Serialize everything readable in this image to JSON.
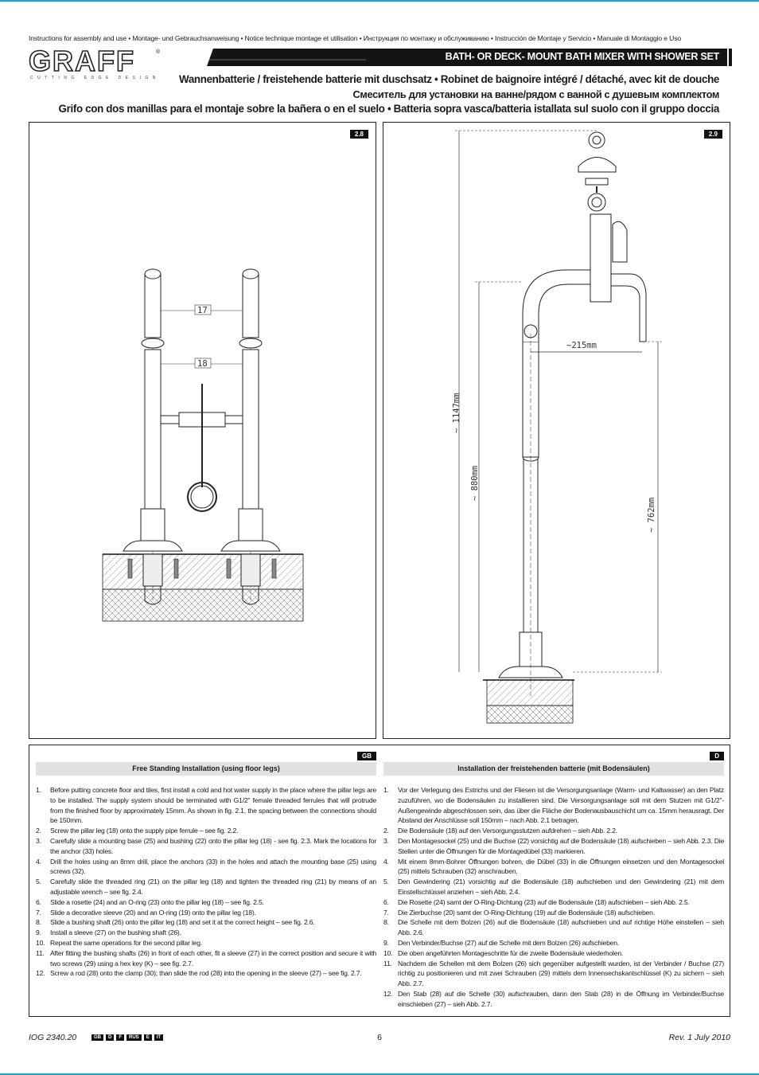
{
  "header": {
    "languages_line": "Instructions for assembly and use • Montage- und Gebrauchsanweisung • Notice technique montage et utilisation • Инструкция по монтажу и обслуживанию • Instrucción de Montaje y Servicio • Manuale di Montaggio e Uso",
    "brand": "GRAFF",
    "brand_tagline": "CUTTING EDGE DESIGN",
    "banner_title": "BATH- OR DECK- MOUNT BATH MIXER WITH SHOWER SET",
    "title_de_fr": "Wannenbatterie / freistehende batterie mit duschsatz • Robinet de baignoire intégré / détaché, avec kit de douche",
    "title_ru": "Смеситель для установки на ванне/рядом с ванной с душевым комплектом",
    "title_es_it": "Grifo con dos manillas para el montaje sobre la bañera o en el suelo • Batteria sopra vasca/batteria istallata sul suolo con il gruppo doccia"
  },
  "figures": {
    "fig_left": {
      "tag": "2.8",
      "callouts": [
        "17",
        "18"
      ]
    },
    "fig_right": {
      "tag": "2.9",
      "dimensions": [
        "~215mm",
        "~ 1147mm",
        "~ 880mm",
        "~ 762mm"
      ]
    }
  },
  "instructions": {
    "gb": {
      "badge": "GB",
      "title": "Free Standing Installation (using floor legs)",
      "steps": [
        {
          "n": "1.",
          "text": "Before putting concrete floor and tiles, first install a cold and hot water supply in the place where the pillar legs are to be installed. The supply system should be terminated with G1/2\" female threaded ferrules that will protrude from the finished floor by approximately 15mm. As shown in fig. 2.1, the spacing between the connections should be 150mm."
        },
        {
          "n": "2.",
          "text": "Screw the pillar leg (18) onto the supply pipe ferrule – see fig. 2.2."
        },
        {
          "n": "3.",
          "text": "Carefully slide a mounting base (25) and bushing (22) onto the pillar leg (18) - see fig. 2.3. Mark the locations for the anchor (33) holes."
        },
        {
          "n": "4.",
          "text": "Drill the holes using an 8mm drill, place the anchors (33) in the holes and attach the mounting base (25) using screws (32)."
        },
        {
          "n": "5.",
          "text": "Carefully slide the threaded ring (21) on the pillar leg (18) and tighten the threaded ring (21) by means of an adjustable wrench – see fig. 2.4."
        },
        {
          "n": "6.",
          "text": "Slide a rosette (24) and an O-ring (23) onto the pillar leg (18) – see fig. 2.5."
        },
        {
          "n": "7.",
          "text": "Slide a decorative sleeve (20) and an O-ring (19) onto the pillar leg (18)."
        },
        {
          "n": "8.",
          "text": "Slide a bushing shaft (26) onto the pillar leg (18) and set it at the correct height – see fig. 2.6."
        },
        {
          "n": "9.",
          "text": "Install a sleeve (27) on the bushing shaft (26)."
        },
        {
          "n": "10.",
          "text": "Repeat the same operations for the second pillar leg."
        },
        {
          "n": "11.",
          "text": "After fitting the bushing shafts (26) in front of each other, fit a sleeve (27) in the correct position and secure it with two screws (29) using a hex key (K) – see fig. 2.7."
        },
        {
          "n": "12.",
          "text": "Screw a rod (28) onto the clamp (30); than slide the rod (28) into the opening in the sleeve (27) – see fig. 2.7."
        }
      ]
    },
    "d": {
      "badge": "D",
      "title": "Installation der freistehenden batterie (mit Bodensäulen)",
      "steps": [
        {
          "n": "1.",
          "text": "Vor der Verlegung des Estrichs und der Fliesen ist die Versorgungsanlage (Warm- und Kaltwasser) an den Platz zuzuführen, wo die Bodensäulen zu installieren sind. Die Versorgungsanlage soll mit dem Stutzen mit G1/2\"-Außengewinde abgeschlossen sein, das über die Fläche der Bodenausbauschicht um ca. 15mm herausragt. Der Abstand der Anschlüsse soll 150mm – nach Abb. 2.1 betragen."
        },
        {
          "n": "2.",
          "text": "Die Bodensäule (18) auf den Versorgungsstutzen aufdrehen – sieh Abb. 2.2."
        },
        {
          "n": "3.",
          "text": "Den Montagesockel (25) und die Buchse (22) vorsichtig auf die Bodensäule (18) aufschieben – sieh Abb. 2.3. Die Stellen unter die Öffnungen für die Montagedübel (33) markieren."
        },
        {
          "n": "4.",
          "text": "Mit einem 8mm-Bohrer Öffnungen bohren, die Dübel (33) in die Öffnungen einsetzen und den Montagesockel (25) mittels Schrauben (32) anschrauben."
        },
        {
          "n": "5.",
          "text": "Den Gewindering (21) vorsichtig auf die Bodensäule (18) aufschieben und den Gewindering (21) mit dem Einstellschlüssel anziehen – sieh Abb. 2.4."
        },
        {
          "n": "6.",
          "text": "Die Rosette (24) samt der O-Ring-Dichtung (23) auf die Bodensäule (18) aufschieben – sieh Abb. 2.5."
        },
        {
          "n": "7.",
          "text": "Die Zierbuchse (20) samt der O-Ring-Dichtung (19) auf die Bodensäule (18) aufschieben."
        },
        {
          "n": "8.",
          "text": "Die Schelle mit dem Bolzen (26) auf die Bodensäule (18) aufschieben und auf richtige Höhe einstellen – sieh Abb. 2.6."
        },
        {
          "n": "9.",
          "text": "Den Verbinder/Buchse (27) auf die Schelle mit dem Bolzen (26) aufschieben."
        },
        {
          "n": "10.",
          "text": "Die oben angeführten Montageschritte für die zweite Bodensäule wiederholen."
        },
        {
          "n": "11.",
          "text": "Nachdem die Schellen mit dem Bolzen (26) sich gegenüber aufgestellt wurden, ist der Verbinder / Buchse (27) richtig zu positionieren und mit zwei Schrauben (29) mittels dem Innensechskantschlüssel (K) zu sichern – sieh Abb. 2.7."
        },
        {
          "n": "12.",
          "text": "Den Stab (28) auf die Schelle (30) aufschrauben, dann den Stab (28) in die Öffnung im Verbinder/Buchse einschieben (27) – sieh Abb. 2.7."
        }
      ]
    }
  },
  "footer": {
    "doc_id": "IOG 2340.20",
    "languages": [
      "GB",
      "D",
      "F",
      "RUS",
      "E",
      "IT"
    ],
    "page_number": "6",
    "revision": "Rev. 1 July 2010"
  }
}
